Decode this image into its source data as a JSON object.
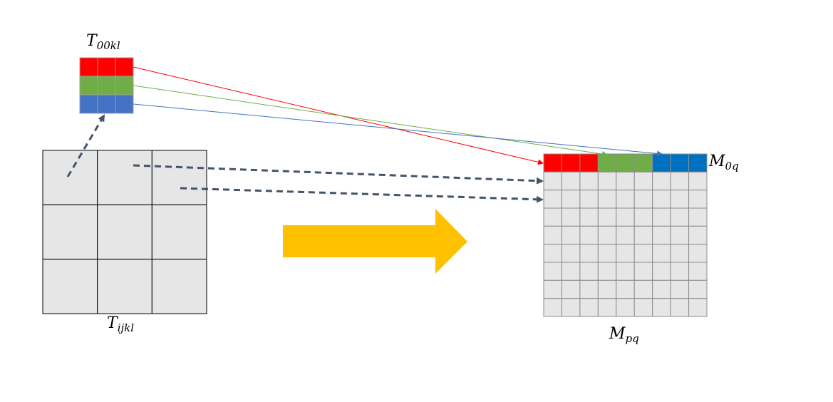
{
  "labels": {
    "t00kl": {
      "base": "T",
      "sub": "00kl"
    },
    "tijkl": {
      "base": "T",
      "sub": "ijkl"
    },
    "m0q": {
      "base": "M",
      "sub": "0q"
    },
    "mpq": {
      "base": "M",
      "sub": "pq"
    }
  },
  "colors": {
    "red": "#ff0000",
    "green": "#70ad47",
    "blue_small": "#4472c4",
    "blue_row": "#0070c0",
    "cell_fill": "#e6e6e6",
    "arrow_fill": "#ffc000",
    "dashed_arrow": "#44546a"
  },
  "small_tensor": {
    "rows": [
      "red",
      "green",
      "blue"
    ],
    "cols": 3
  },
  "big_tensor": {
    "rows": 3,
    "cols": 3
  },
  "matrix": {
    "rows": 9,
    "cols": 9,
    "first_row_groups": [
      "red",
      "green",
      "blue"
    ]
  }
}
